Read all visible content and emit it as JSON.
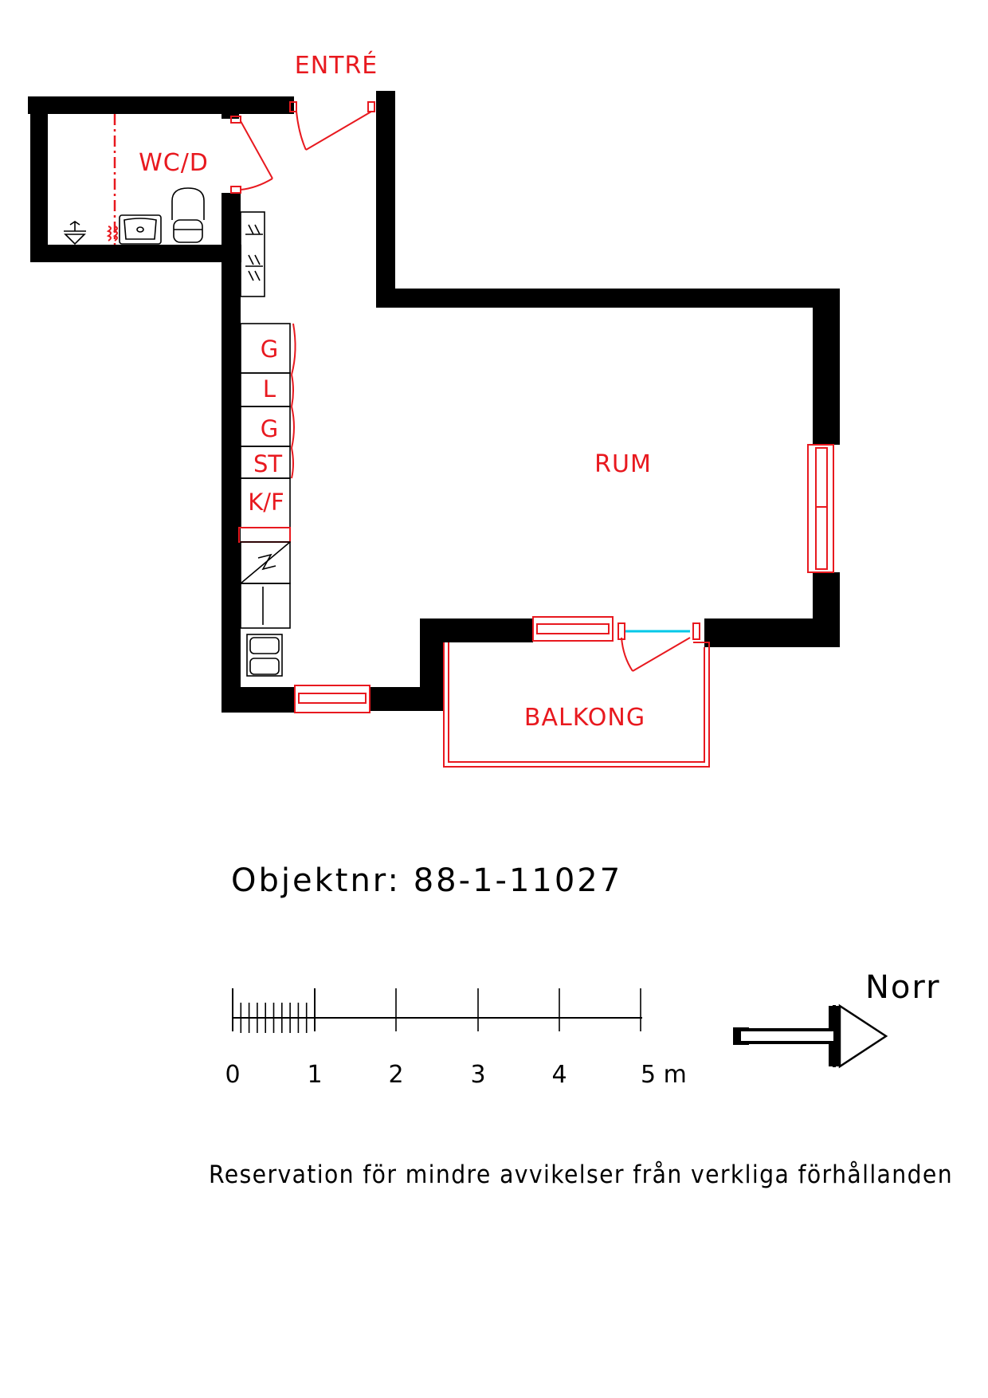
{
  "rooms": {
    "entre": "ENTRÉ",
    "wc": "WC/D",
    "rum": "RUM",
    "balkong": "BALKONG"
  },
  "kitchen": {
    "cabinets": [
      "G",
      "L",
      "G",
      "ST",
      "K/F"
    ]
  },
  "object_number": "Objektnr: 88-1-11027",
  "scale_bar": {
    "tick_labels": [
      "0",
      "1",
      "2",
      "3",
      "4",
      "5 m"
    ]
  },
  "north_label": "Norr",
  "disclaimer": "Reservation för mindre avvikelser från verkliga förhållanden",
  "colors": {
    "wall": "#000000",
    "annotation": "#e8191f",
    "glass": "#00c8e8"
  },
  "icons": [
    "toilet-icon",
    "sink-icon",
    "floor-drain-icon",
    "radiator-icon",
    "stove-icon",
    "kitchen-sink-icon",
    "north-arrow-icon"
  ]
}
